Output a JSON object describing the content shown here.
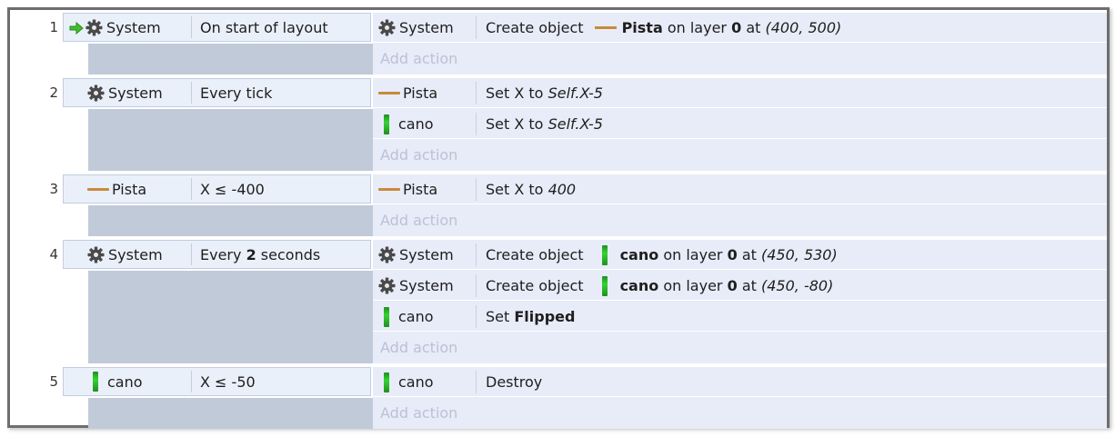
{
  "icons": {
    "system": "gear-icon",
    "pista": "orange-line-sprite-icon",
    "cano": "green-pipe-sprite-icon",
    "trigger": "green-arrow-trigger-icon"
  },
  "colors": {
    "condition_bg": "#eaf0fa",
    "side_bg": "#c0cad9",
    "action_bg": "#e8ecf8",
    "add_action_text": "#b9c2d6",
    "pista_color": "#c88a3a",
    "cano_color": "#2fbf2f"
  },
  "labels": {
    "add_action": "Add action"
  },
  "events": [
    {
      "number": "1",
      "condition": {
        "object": "System",
        "text": "On start of layout",
        "trigger": true
      },
      "actions": [
        {
          "object": "System",
          "verb": "Create object",
          "target": "Pista",
          "mid": "on layer",
          "layer": "0",
          "post": "at",
          "coords": "(400, 500)"
        }
      ]
    },
    {
      "number": "2",
      "condition": {
        "object": "System",
        "text": "Every tick"
      },
      "actions": [
        {
          "object": "Pista",
          "verb": "Set X to",
          "value": "Self.X-5"
        },
        {
          "object": "cano",
          "verb": "Set X to",
          "value": "Self.X-5"
        }
      ]
    },
    {
      "number": "3",
      "condition": {
        "object": "Pista",
        "text": "X ≤ -400"
      },
      "actions": [
        {
          "object": "Pista",
          "verb": "Set X to",
          "value": "400"
        }
      ]
    },
    {
      "number": "4",
      "condition": {
        "object": "System",
        "text_pre": "Every",
        "text_num": "2",
        "text_post": "seconds"
      },
      "actions": [
        {
          "object": "System",
          "verb": "Create object",
          "target": "cano",
          "mid": "on layer",
          "layer": "0",
          "post": "at",
          "coords": "(450, 530)"
        },
        {
          "object": "System",
          "verb": "Create object",
          "target": "cano",
          "mid": "on layer",
          "layer": "0",
          "post": "at",
          "coords": "(450, -80)"
        },
        {
          "object": "cano",
          "verb": "Set",
          "bold": "Flipped"
        }
      ]
    },
    {
      "number": "5",
      "condition": {
        "object": "cano",
        "text": "X ≤ -50"
      },
      "actions": [
        {
          "object": "cano",
          "verb": "Destroy"
        }
      ]
    }
  ]
}
